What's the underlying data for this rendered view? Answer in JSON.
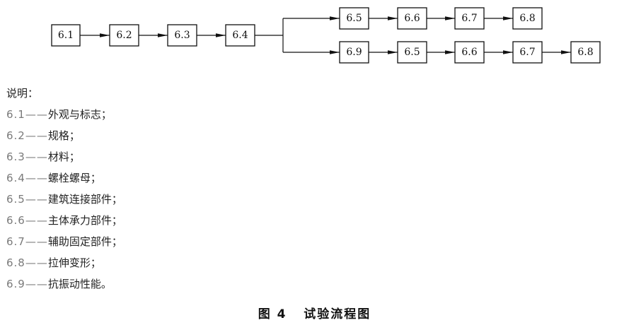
{
  "flowchart": {
    "nodes": [
      {
        "id": "n1",
        "label": "6.1"
      },
      {
        "id": "n2",
        "label": "6.2"
      },
      {
        "id": "n3",
        "label": "6.3"
      },
      {
        "id": "n4",
        "label": "6.4"
      },
      {
        "id": "t1",
        "label": "6.5"
      },
      {
        "id": "t2",
        "label": "6.6"
      },
      {
        "id": "t3",
        "label": "6.7"
      },
      {
        "id": "t4",
        "label": "6.8"
      },
      {
        "id": "b1",
        "label": "6.9"
      },
      {
        "id": "b2",
        "label": "6.5"
      },
      {
        "id": "b3",
        "label": "6.6"
      },
      {
        "id": "b4",
        "label": "6.7"
      },
      {
        "id": "b5",
        "label": "6.8"
      }
    ]
  },
  "legend": {
    "title": "说明：",
    "items": [
      {
        "code": "6.1",
        "dash": "——",
        "text": "外观与标志；"
      },
      {
        "code": "6.2",
        "dash": "——",
        "text": "规格；"
      },
      {
        "code": "6.3",
        "dash": "——",
        "text": "材料；"
      },
      {
        "code": "6.4",
        "dash": "——",
        "text": "螺栓螺母；"
      },
      {
        "code": "6.5",
        "dash": "——",
        "text": "建筑连接部件；"
      },
      {
        "code": "6.6",
        "dash": "——",
        "text": "主体承力部件；"
      },
      {
        "code": "6.7",
        "dash": "——",
        "text": "辅助固定部件；"
      },
      {
        "code": "6.8",
        "dash": "——",
        "text": "拉伸变形；"
      },
      {
        "code": "6.9",
        "dash": "——",
        "text": "抗振动性能。"
      }
    ]
  },
  "caption": "图 4   试验流程图"
}
